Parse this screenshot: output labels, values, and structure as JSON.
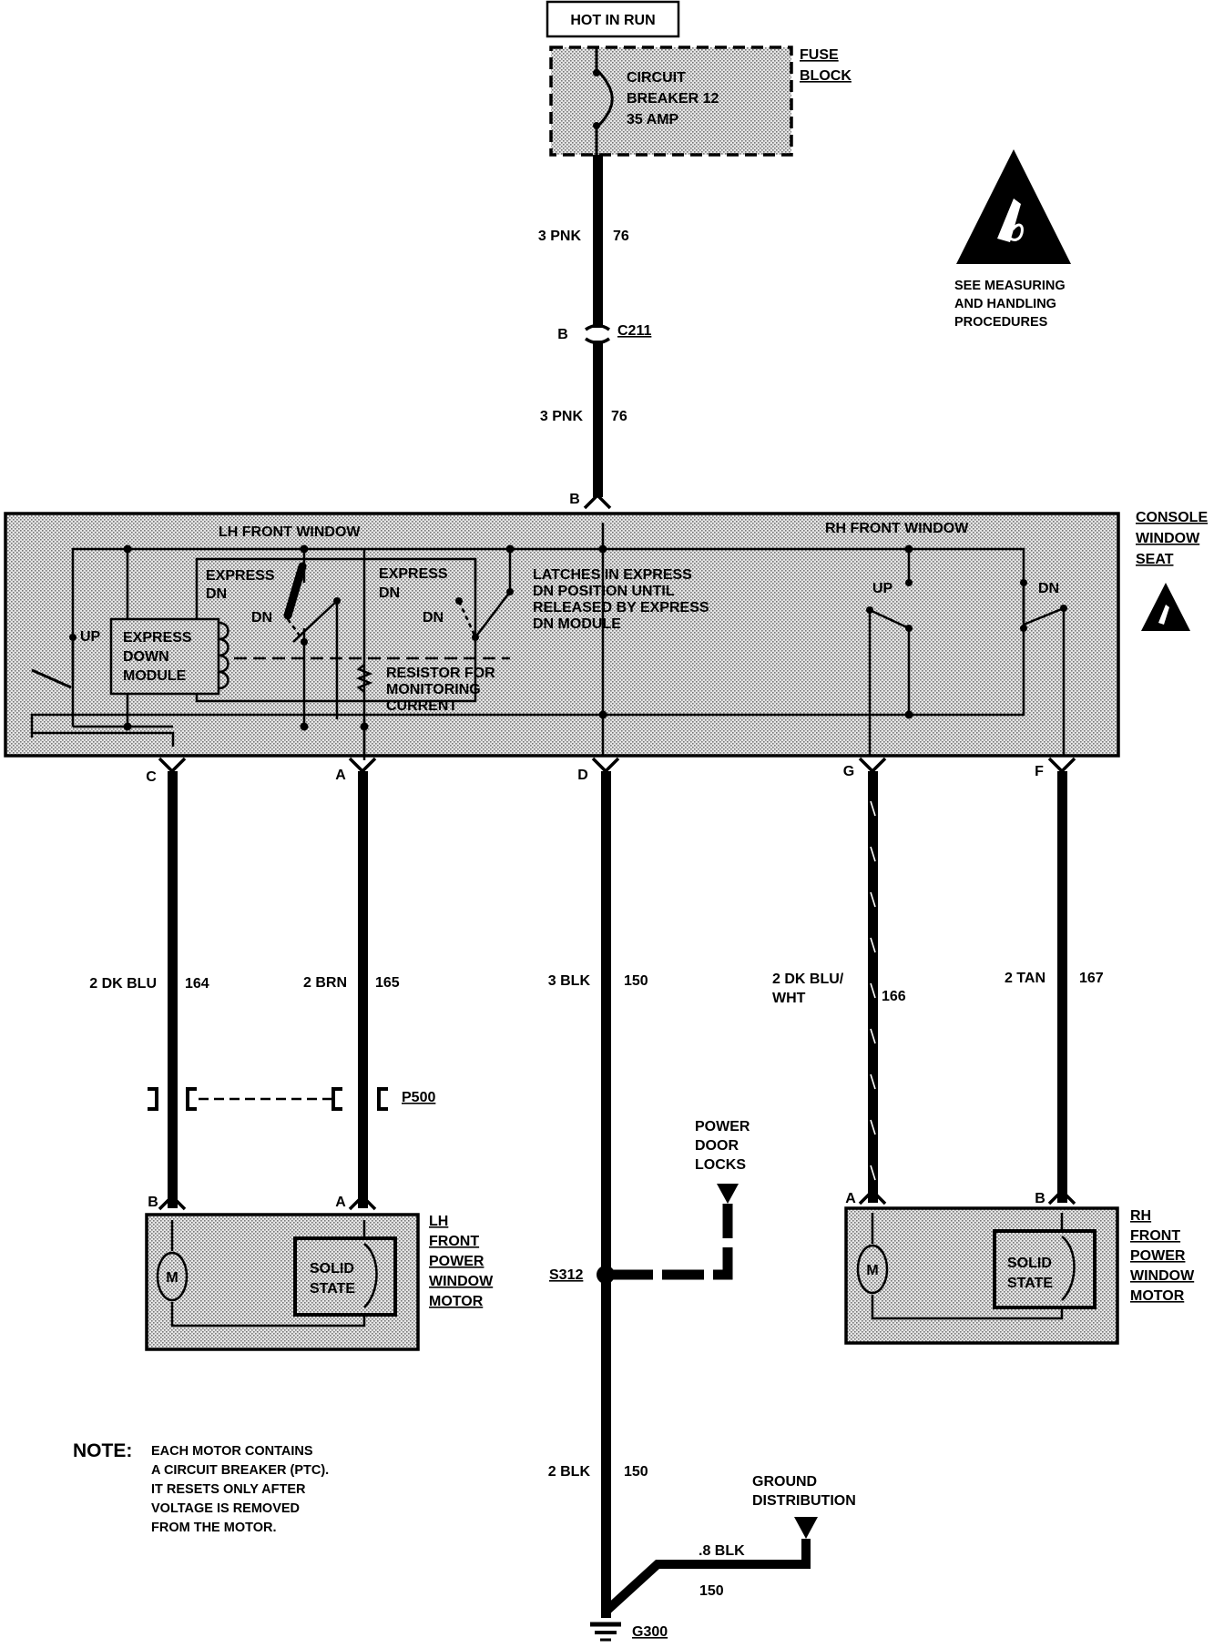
{
  "labels": {
    "hot_in_run": "HOT IN RUN",
    "fuse_block": [
      "FUSE",
      "BLOCK"
    ],
    "circuit_breaker": [
      "CIRCUIT",
      "BREAKER 12",
      "35 AMP"
    ],
    "esd_caution": [
      "SEE MEASURING",
      "AND HANDLING",
      "PROCEDURES"
    ],
    "console_module": [
      "CONSOLE",
      "WINDOW",
      "SEAT"
    ],
    "lh_front_window": "LH FRONT WINDOW",
    "rh_front_window": "RH FRONT WINDOW",
    "express_dn_1": [
      "EXPRESS",
      "DN"
    ],
    "express_dn_2": [
      "EXPRESS",
      "DN"
    ],
    "express_down_module": [
      "EXPRESS",
      "DOWN",
      "MODULE"
    ],
    "dn_1": "DN",
    "dn_2": "DN",
    "dn_rh": "DN",
    "up_lh": "UP",
    "up_rh": "UP",
    "latches_note": [
      "LATCHES IN EXPRESS",
      "DN POSITION UNTIL",
      "RELEASED BY EXPRESS",
      "DN MODULE"
    ],
    "resistor_note": [
      "RESISTOR FOR",
      "MONITORING",
      "CURRENT"
    ],
    "lh_motor": [
      "LH",
      "FRONT",
      "POWER",
      "WINDOW",
      "MOTOR"
    ],
    "rh_motor": [
      "RH",
      "FRONT",
      "POWER",
      "WINDOW",
      "MOTOR"
    ],
    "solid_state_lh": [
      "SOLID",
      "STATE"
    ],
    "solid_state_rh": [
      "SOLID",
      "STATE"
    ],
    "motor_symbol": "M",
    "power_door_locks": [
      "POWER",
      "DOOR",
      "LOCKS"
    ],
    "ground_distribution": [
      "GROUND",
      "DISTRIBUTION"
    ],
    "note_heading": "NOTE:",
    "note_text": [
      "EACH MOTOR CONTAINS",
      "A CIRCUIT BREAKER (PTC).",
      "IT RESETS ONLY AFTER",
      "VOLTAGE IS REMOVED",
      "FROM THE MOTOR."
    ]
  },
  "connectors": {
    "c211": "C211",
    "c211_pin": "B",
    "module_in_pin": "B",
    "p500": "P500",
    "s312": "S312",
    "g300": "G300",
    "module_pins": {
      "c": "C",
      "a": "A",
      "d": "D",
      "g": "G",
      "f": "F"
    },
    "lh_motor_pins": {
      "b": "B",
      "a": "A"
    },
    "rh_motor_pins": {
      "a": "A",
      "b": "B"
    }
  },
  "wires": {
    "feed_top": {
      "color": "3 PNK",
      "circuit": "76"
    },
    "feed_mid": {
      "color": "3 PNK",
      "circuit": "76"
    },
    "lh_c": {
      "color": "2 DK BLU",
      "circuit": "164"
    },
    "lh_a": {
      "color": "2 BRN",
      "circuit": "165"
    },
    "ground_d": {
      "color": "3 BLK",
      "circuit": "150"
    },
    "rh_g": {
      "color_line1": "2 DK BLU/",
      "color_line2": "WHT",
      "circuit": "166"
    },
    "rh_f": {
      "color": "2 TAN",
      "circuit": "167"
    },
    "ground_lower": {
      "color": "2 BLK",
      "circuit": "150"
    },
    "ground_branch": {
      "color": ".8 BLK",
      "circuit": "150"
    }
  }
}
